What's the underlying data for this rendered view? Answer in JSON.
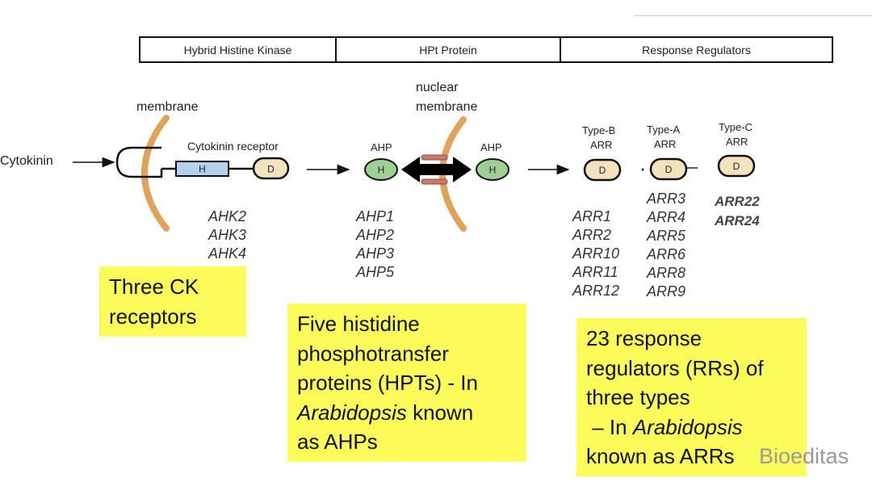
{
  "header": {
    "col1": "Hybrid Histine Kinase",
    "col2": "HPt Protein",
    "col3": "Response Regulators"
  },
  "labels": {
    "membrane": "membrane",
    "nuclear_membrane_line1": "nuclear",
    "nuclear_membrane_line2": "membrane",
    "cytokinin": "Cytokinin",
    "cytokinin_receptor": "Cytokinin receptor",
    "ahp_left": "AHP",
    "ahp_right": "AHP",
    "type_b": "Type-B",
    "type_b_arr": "ARR",
    "type_a": "Type-A",
    "type_a_arr": "ARR",
    "type_c": "Type-C",
    "type_c_arr": "ARR"
  },
  "domains": {
    "h": "H",
    "d": "D"
  },
  "gene_lists": {
    "ahk": [
      "AHK2",
      "AHK3",
      "AHK4"
    ],
    "ahp": [
      "AHP1",
      "AHP2",
      "AHP3",
      "AHP5"
    ],
    "type_b": [
      "ARR1",
      "ARR2",
      "ARR10",
      "ARR11",
      "ARR12"
    ],
    "type_a": [
      "ARR3",
      "ARR4",
      "ARR5",
      "ARR6",
      "ARR8",
      "ARR9"
    ],
    "type_c": [
      "ARR22",
      "ARR24"
    ]
  },
  "notes": {
    "receptors": [
      "Three CK",
      "receptors"
    ],
    "hpt": {
      "line1": "Five histidine",
      "line2": "phosphotransfer",
      "line3": "proteins (HPTs) - In",
      "line4_italic": "Arabidopsis",
      "line4_rest": " known",
      "line5": "as AHPs"
    },
    "rr": {
      "line1": "23 response",
      "line2": "regulators (RRs) of",
      "line3": "three types",
      "line4_prefix": " – In ",
      "line4_italic": "Arabidopsis",
      "line5": "known as ARRs"
    }
  },
  "watermark": "Bioeditas",
  "colors": {
    "membrane": "#e0a35a",
    "h_kinase_fill": "#b5cff0",
    "h_ahp_fill": "#9fcf95",
    "d_fill": "#f3e2bd",
    "note_bg": "#fbfb5a",
    "connector": "#c97a6a"
  }
}
